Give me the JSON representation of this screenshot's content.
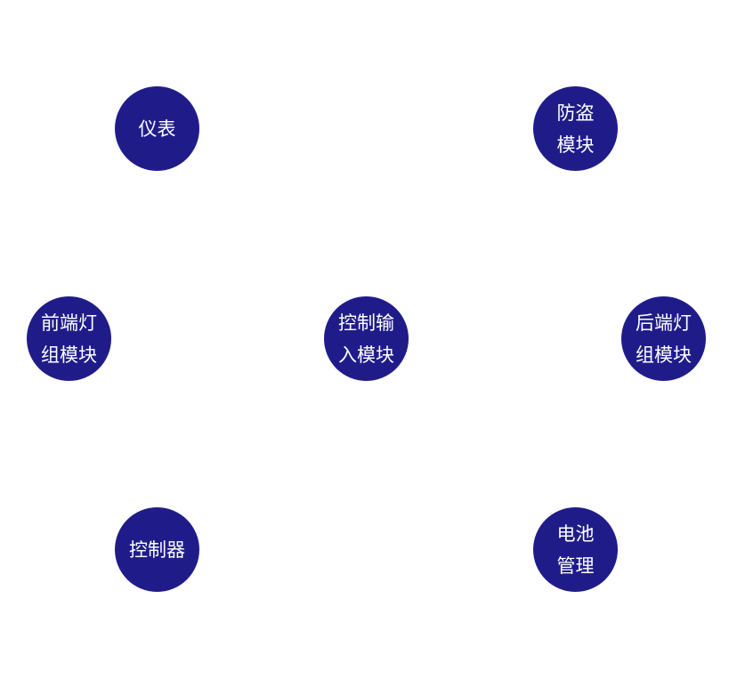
{
  "colors": {
    "node_fill": "#1f1c8a",
    "node_text": "#ffffff",
    "background": "#ffffff"
  },
  "nodes": {
    "meter": "仪表",
    "antitheft": "防盗\n模块",
    "front_light": "前端灯\n组模块",
    "control_input": "控制输\n入模块",
    "rear_light": "后端灯\n组模块",
    "controller": "控制器",
    "battery": "电池\n管理"
  }
}
